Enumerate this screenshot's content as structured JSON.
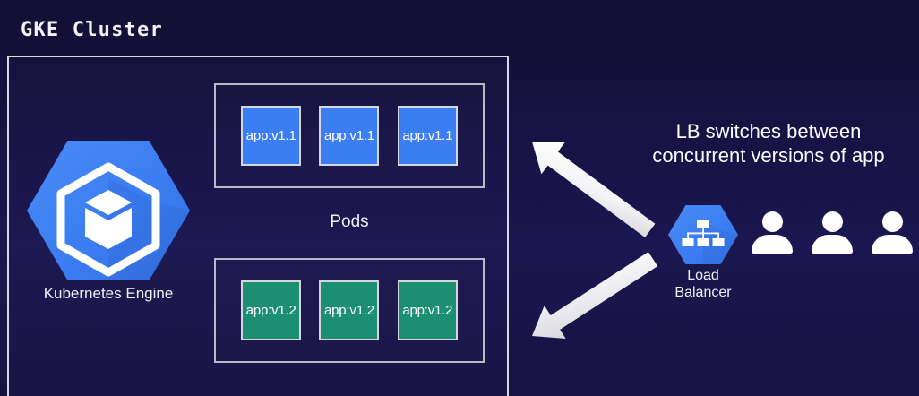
{
  "diagram": {
    "title": "GKE Cluster",
    "background_color": "#171243",
    "border_color": "#d8d8e2"
  },
  "cluster": {
    "label": "GKE Cluster",
    "engine": {
      "name": "Kubernetes Engine",
      "icon": "kubernetes-engine-hexagon-icon",
      "color": "#3b7df2"
    },
    "pods_label": "Pods",
    "pod_groups": [
      {
        "version": "v1.1",
        "color": "#3b7df2",
        "pods": [
          {
            "label": "app:v1.1"
          },
          {
            "label": "app:v1.1"
          },
          {
            "label": "app:v1.1"
          }
        ]
      },
      {
        "version": "v1.2",
        "color": "#1c8f72",
        "pods": [
          {
            "label": "app:v1.2"
          },
          {
            "label": "app:v1.2"
          },
          {
            "label": "app:v1.2"
          }
        ]
      }
    ]
  },
  "load_balancer": {
    "label_line1": "Load",
    "label_line2": "Balancer",
    "icon": "load-balancer-hexagon-icon",
    "color": "#3b7df2"
  },
  "caption": {
    "line1": "LB switches between",
    "line2": "concurrent versions of app"
  },
  "users": {
    "count": 3,
    "icon": "user-icon",
    "color": "#ffffff"
  },
  "arrows": [
    {
      "name": "arrow-to-v11",
      "direction": "up-left",
      "color": "#f2f2f5"
    },
    {
      "name": "arrow-to-v12",
      "direction": "down-left",
      "color": "#e4e4e8"
    }
  ]
}
